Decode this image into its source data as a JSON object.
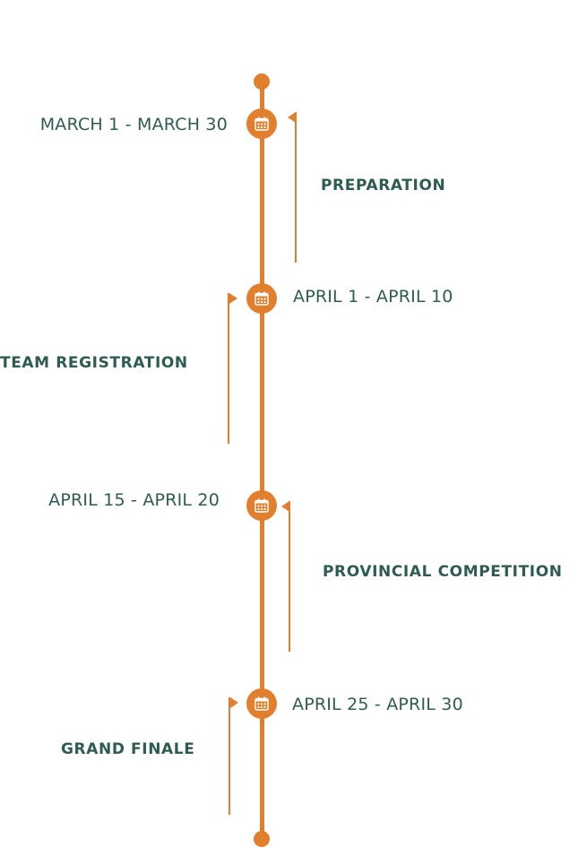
{
  "colors": {
    "accent": "#e07f2e",
    "text": "#2f5c52",
    "background": "#ffffff"
  },
  "icon": "calendar-icon",
  "timeline": [
    {
      "date": "MARCH 1 - MARCH 30",
      "phase": "PREPARATION"
    },
    {
      "date": "APRIL 1 - APRIL 10",
      "phase": "TEAM REGISTRATION"
    },
    {
      "date": "APRIL 15 - APRIL 20",
      "phase": "PROVINCIAL COMPETITION"
    },
    {
      "date": "APRIL 25 - APRIL 30",
      "phase": "GRAND FINALE"
    }
  ]
}
